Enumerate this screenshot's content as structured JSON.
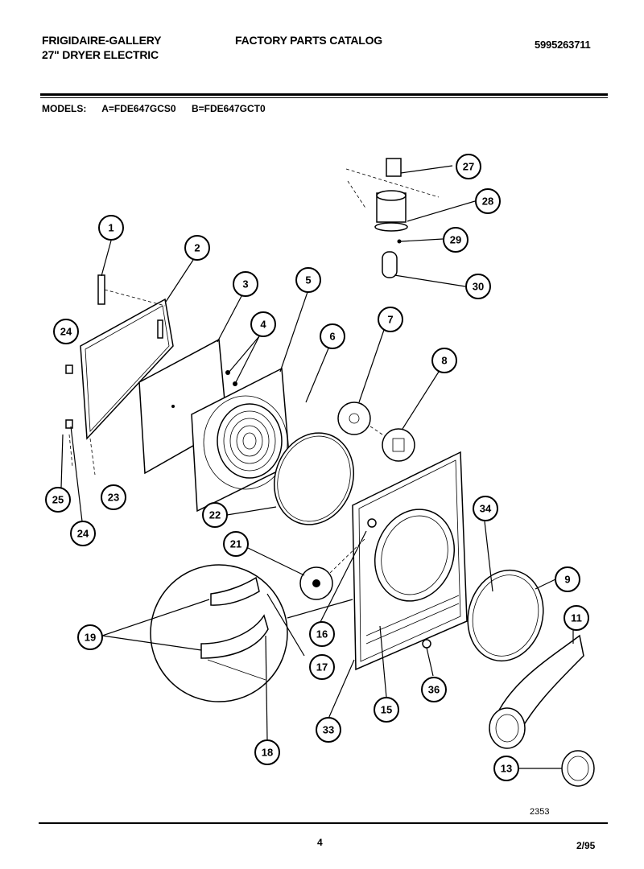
{
  "header": {
    "brand": "FRIGIDAIRE-GALLERY",
    "product": "27\" DRYER ELECTRIC",
    "catalog": "FACTORY PARTS CATALOG",
    "doc_number": "5995263711"
  },
  "models": {
    "label": "MODELS:",
    "a": "A=FDE647GCS0",
    "b": "B=FDE647GCT0"
  },
  "callouts": [
    "1",
    "2",
    "3",
    "4",
    "5",
    "6",
    "7",
    "8",
    "9",
    "11",
    "13",
    "15",
    "16",
    "17",
    "18",
    "19",
    "21",
    "22",
    "23",
    "24",
    "24",
    "25",
    "27",
    "28",
    "29",
    "30",
    "33",
    "34",
    "36"
  ],
  "footer": {
    "figure_number": "2353",
    "page": "4",
    "date": "2/95"
  }
}
